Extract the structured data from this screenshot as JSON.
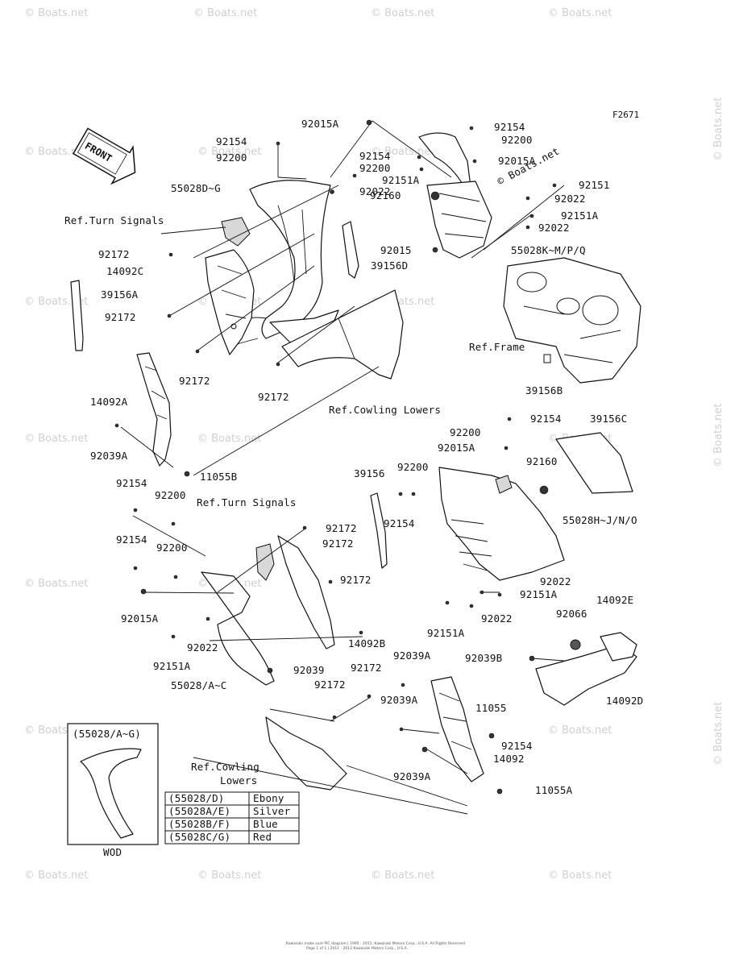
{
  "figure_code": "F2671",
  "front_marker": "FRONT",
  "watermark": "© Boats.net",
  "callouts": {
    "c92015A_top": "92015A",
    "c92154_a": "92154",
    "c92200_a": "92200",
    "c55028DG": "55028D~G",
    "c92022_a": "92022",
    "ref_turn_a": "Ref.Turn Signals",
    "c92172_a": "92172",
    "c14092C": "14092C",
    "c39156A": "39156A",
    "c92172_b": "92172",
    "c92172_c": "92172",
    "c92172_d": "92172",
    "c39156D": "39156D",
    "c14092A": "14092A",
    "c92039A_l": "92039A",
    "c11055B": "11055B",
    "ref_cowling_a": "Ref.Cowling Lowers",
    "c92154_r1": "92154",
    "c92200_r1": "92200",
    "c92015A_r1": "92015A",
    "c92154_r2": "92154",
    "c92200_r2": "92200",
    "c92151A_r": "92151A",
    "c92160_r": "92160",
    "c92015_r": "92015",
    "c92151_r": "92151",
    "c92022_r1": "92022",
    "c92151A_r2": "92151A",
    "c92022_r2": "92022",
    "c55028KMPQ": "55028K~M/P/Q",
    "ref_frame": "Ref.Frame",
    "c39156B": "39156B",
    "c92154_m": "92154",
    "c39156C": "39156C",
    "c92200_m": "92200",
    "c92015A_m": "92015A",
    "c92160_m": "92160",
    "c39156": "39156",
    "c92200_m2": "92200",
    "c92154_m2": "92154",
    "c55028HJNO": "55028H~J/N/O",
    "c92022_m": "92022",
    "c92151A_m": "92151A",
    "c92022_m2": "92022",
    "c92151A_m2": "92151A",
    "c14092E": "14092E",
    "c92066": "92066",
    "c92039B": "92039B",
    "c14092D": "14092D",
    "c92154_l1": "92154",
    "c92200_l1": "92200",
    "ref_turn_b": "Ref.Turn Signals",
    "c92154_l2": "92154",
    "c92200_l2": "92200",
    "c92172_l1": "92172",
    "c92172_l2": "92172",
    "c92172_l3": "92172",
    "c92015A_l": "92015A",
    "c92022_l": "92022",
    "c14092B": "14092B",
    "c92151A_l": "92151A",
    "c92039": "92039",
    "c55028AC": "55028/A~C",
    "c92172_l4": "92172",
    "c92172_l5": "92172",
    "ref_cowling_b1": "Ref.Cowling",
    "ref_cowling_b2": "Lowers",
    "c92039A_m1": "92039A",
    "c92039A_m2": "92039A",
    "c11055": "11055",
    "c92154_b": "92154",
    "c14092": "14092",
    "c92039A_m3": "92039A",
    "c11055A": "11055A"
  },
  "inset": {
    "title": "(55028/A~G)",
    "caption": "WOD"
  },
  "color_table": [
    {
      "code": "(55028/D)",
      "color": "Ebony"
    },
    {
      "code": "(55028A/E)",
      "color": "Silver"
    },
    {
      "code": "(55028B/F)",
      "color": "Blue"
    },
    {
      "code": "(55028C/G)",
      "color": "Red"
    }
  ],
  "footer": {
    "line1": "Kawasaki make sure PIC diagram | 1995 - 2011, Kawasaki Motors Corp., U.S.A. All Rights Reserved.",
    "line2": "Page 1 of 1 | 2011 - 2012 Kawasaki Motors Corp., U.S.A."
  }
}
